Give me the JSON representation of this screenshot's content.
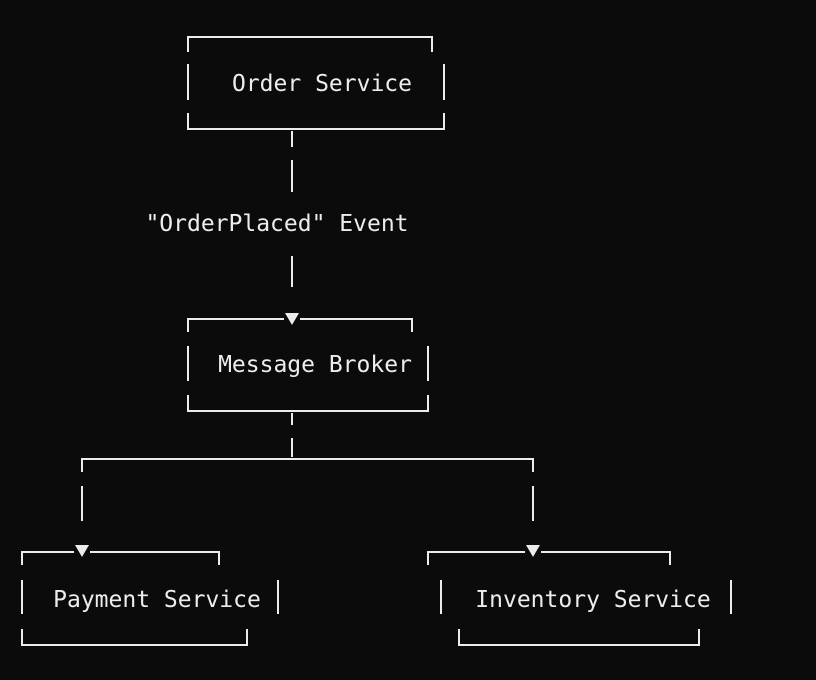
{
  "diagram": {
    "nodes": {
      "order_service": "Order Service",
      "message_broker": "Message Broker",
      "payment_service": "Payment Service",
      "inventory_service": "Inventory Service"
    },
    "edge_label": "\"OrderPlaced\" Event"
  },
  "colors": {
    "background": "#0c0b0b",
    "foreground": "#ececec"
  }
}
